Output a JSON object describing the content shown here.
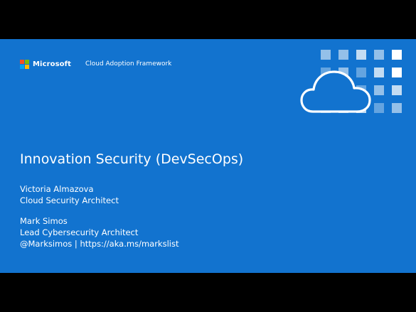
{
  "header": {
    "brand": "Microsoft",
    "product": "Cloud Adoption Framework",
    "logo_colors": [
      "#f25022",
      "#7fba00",
      "#00a4ef",
      "#ffb900"
    ]
  },
  "slide": {
    "background": "#1273cf",
    "title": "Innovation Security (DevSecOps)",
    "presenters": [
      {
        "name": "Victoria Almazova",
        "role": "Cloud Security Architect"
      },
      {
        "name": "Mark Simos",
        "role": "Lead Cybersecurity Architect",
        "contact": "@Marksimos | https://aka.ms/markslist"
      }
    ]
  },
  "graphic": {
    "icon": "cloud-icon",
    "pattern": "tile-grid-pattern"
  }
}
